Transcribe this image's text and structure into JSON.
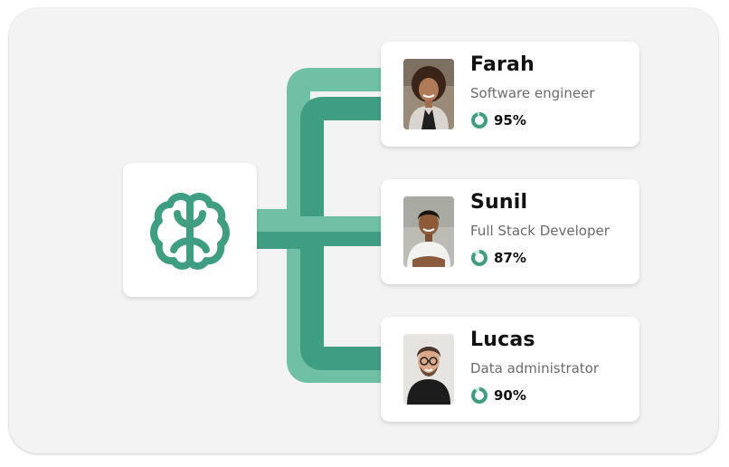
{
  "colors": {
    "accent": "#3f9e82",
    "accent_light": "#6fc0a4",
    "panel_bg": "#f3f3f3"
  },
  "hub": {
    "icon": "brain-icon"
  },
  "candidates": [
    {
      "name": "Farah",
      "role": "Software engineer",
      "score_label": "95%",
      "score": 0.95,
      "avatar": "woman-portrait"
    },
    {
      "name": "Sunil",
      "role": "Full Stack Developer",
      "score_label": "87%",
      "score": 0.87,
      "avatar": "man-portrait"
    },
    {
      "name": "Lucas",
      "role": "Data administrator",
      "score_label": "90%",
      "score": 0.9,
      "avatar": "man-glasses-portrait"
    }
  ]
}
